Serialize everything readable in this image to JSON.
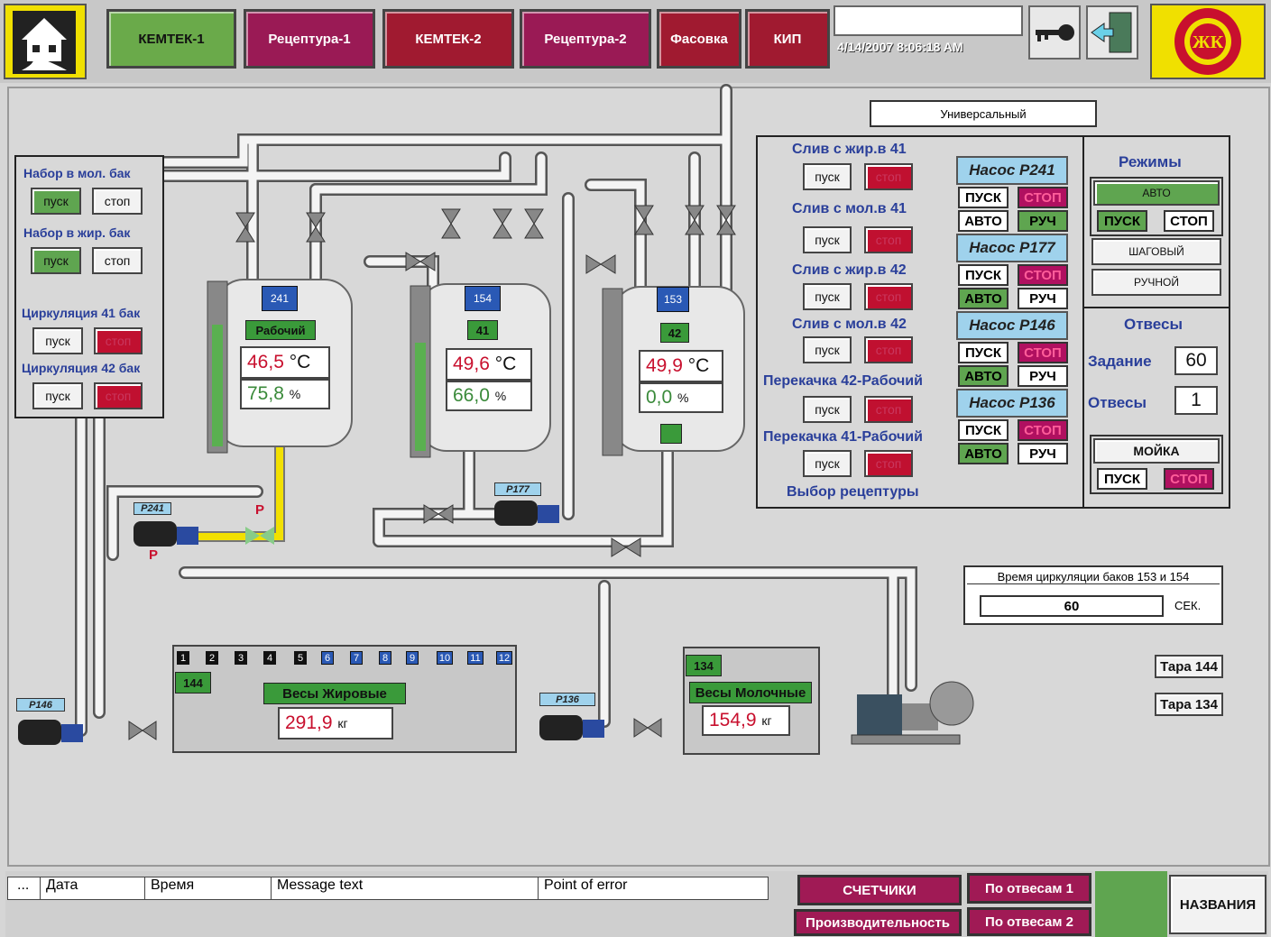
{
  "nav": {
    "b1": "КЕМТЕК-1",
    "b2": "Рецептура-1",
    "b3": "КЕМТЕК-2",
    "b4": "Рецептура-2",
    "b5": "Фасовка",
    "b6": "КИП",
    "datetime": "4/14/2007 8:06:18 AM"
  },
  "mode_title": "Универсальный",
  "left": {
    "h1": "Набор в мол. бак",
    "h2": "Набор в жир. бак",
    "h3": "Циркуляция 41 бак",
    "h4": "Циркуляция 42 бак",
    "start": "пуск",
    "start_up": "ПУСК",
    "stop": "стоп"
  },
  "tanks": [
    {
      "num": "241",
      "label": "Рабочий",
      "temp": "46,5",
      "pct": "75,8"
    },
    {
      "num": "154",
      "label": "41",
      "temp": "49,6",
      "pct": "66,0"
    },
    {
      "num": "153",
      "label": "42",
      "temp": "49,9",
      "pct": "0,0"
    }
  ],
  "units": {
    "c": "°C",
    "pct": "%",
    "kg": "кг",
    "sec": "СЕК."
  },
  "center": {
    "s1": "Слив с жир.в 41",
    "s2": "Слив с мол.в 41",
    "s3": "Слив с жир.в 42",
    "s4": "Слив с мол.в 42",
    "s5": "Перекачка 42-Рабочий",
    "s6": "Перекачка 41-Рабочий",
    "recipe": "Выбор рецептуры"
  },
  "pumps": {
    "p1": "Насос P241",
    "p2": "Насос P177",
    "p3": "Насос P146",
    "p4": "Насос P136",
    "start": "ПУСК",
    "stop": "СТОП",
    "auto": "АВТО",
    "man": "РУЧ"
  },
  "modes": {
    "title": "Режимы",
    "auto": "АВТО",
    "start": "ПУСК",
    "stop": "СТОП",
    "step": "ШАГОВЫЙ",
    "manual": "РУЧНОЙ",
    "weights": "Отвесы",
    "task": "Задание",
    "task_val": "60",
    "count": "Отвесы",
    "count_val": "1",
    "wash": "МОЙКА"
  },
  "circ": {
    "title": "Время циркуляции баков 153 и 154",
    "value": "60"
  },
  "tara": {
    "t1": "Тара 144",
    "t2": "Тара 134"
  },
  "scales": {
    "s1_num": "144",
    "s1_label": "Весы Жировые",
    "s1_val": "291,9",
    "s2_num": "134",
    "s2_label": "Весы Молочные",
    "s2_val": "154,9"
  },
  "valves": [
    "1",
    "2",
    "3",
    "4",
    "5",
    "6",
    "7",
    "8",
    "9",
    "10",
    "11",
    "12"
  ],
  "plabels": {
    "p241": "P241",
    "p177": "P177",
    "p146": "P146",
    "p136": "P136",
    "r": "P"
  },
  "bottom": {
    "c0": "...",
    "c1": "Дата",
    "c2": "Время",
    "c3": "Message text",
    "c4": "Point of error",
    "b1": "СЧЕТЧИКИ",
    "b2": "Производительность",
    "b3": "По отвесам 1",
    "b4": "По отвесам 2",
    "b5": "НАЗВАНИЯ"
  },
  "colors": {
    "green": "#6aaa4a",
    "maroon": "#9a1a55",
    "red": "#c01030",
    "pipe": "#f4f4f4"
  }
}
